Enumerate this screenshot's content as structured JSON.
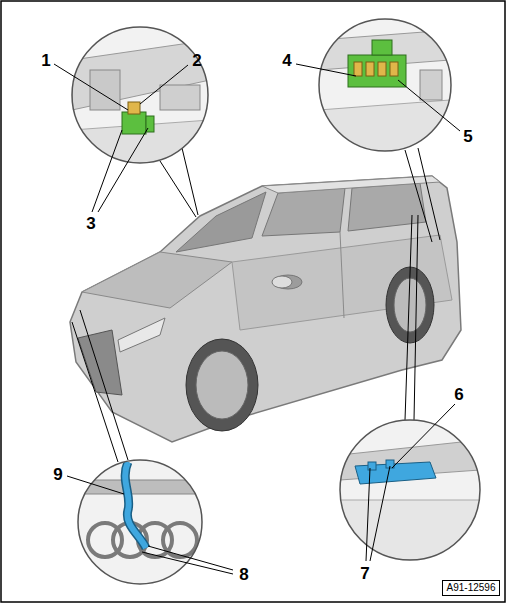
{
  "diagram": {
    "labels": [
      "1",
      "2",
      "3",
      "4",
      "5",
      "6",
      "7",
      "8",
      "9",
      "A91-12596"
    ]
  }
}
